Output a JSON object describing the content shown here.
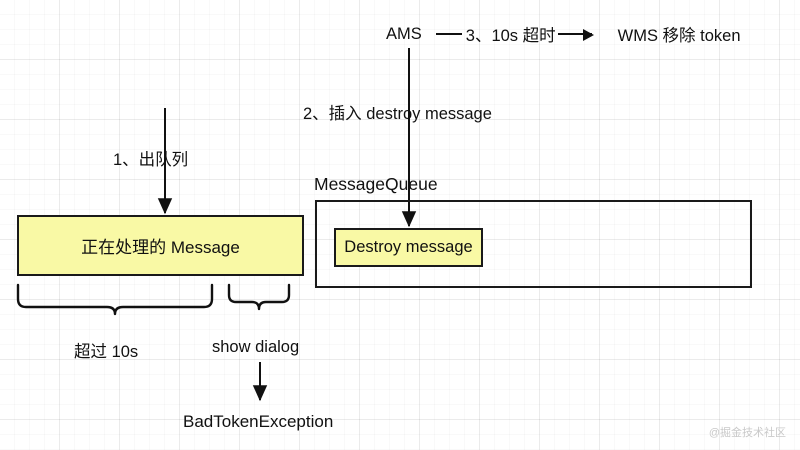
{
  "diagram": {
    "title_flow": "Android AMS message timeout flow",
    "background": {
      "grid": "on",
      "bg_color": "#ffffff",
      "grid_color": "#e8e8e8"
    },
    "colors": {
      "node_fill_yellow": "#f9f9a5",
      "stroke": "#1a1a1a",
      "text": "#111111",
      "watermark": "#c9c9c9"
    },
    "nodes": {
      "processing_message": "正在处理的 Message",
      "message_queue_label": "MessageQueue",
      "destroy_message": "Destroy message",
      "bad_token_exception": "BadTokenException"
    },
    "top_flow": {
      "source": "AMS",
      "edge_label": "3、10s 超时",
      "target": "WMS 移除 token"
    },
    "edge_labels": {
      "dequeue": "1、出队列",
      "insert_destroy": "2、插入 destroy message"
    },
    "brace_labels": {
      "over_10s": "超过 10s",
      "show_dialog": "show dialog"
    },
    "watermark": "@掘金技术社区"
  }
}
